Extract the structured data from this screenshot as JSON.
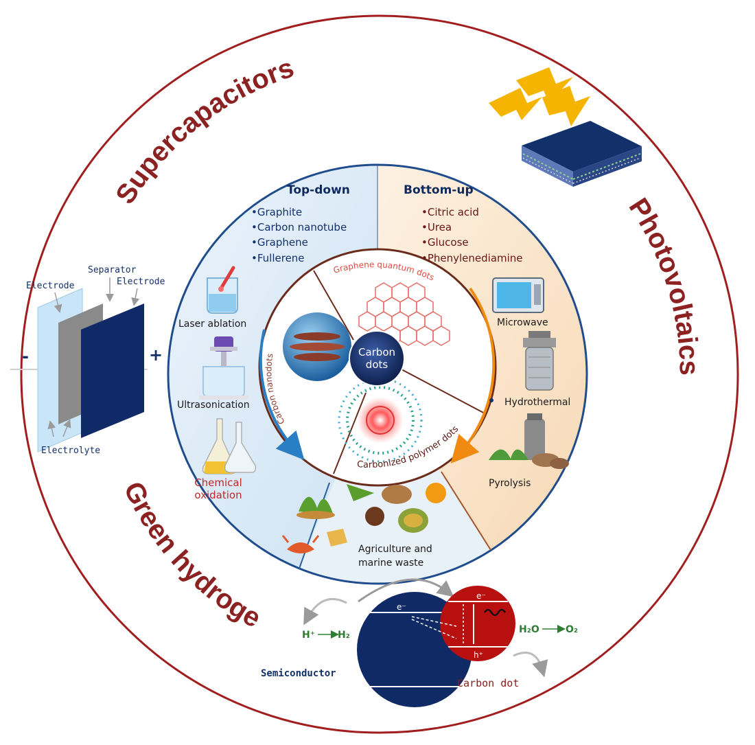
{
  "applications": {
    "supercapacitors": "Supercapacitors",
    "photovoltaics": "Photovoltaics",
    "green_hydrogen": "Green hydrogen"
  },
  "supercapacitor": {
    "electrode_left": "Electrode",
    "separator": "Separator",
    "electrode_right": "Electrode",
    "electrolyte": "Electrolyte",
    "minus_left": "-",
    "plus": "+",
    "minus_right": "-"
  },
  "synthesis": {
    "top_down": {
      "title": "Top-down",
      "items": [
        "•Graphite",
        "•Carbon nanotube",
        "•Graphene",
        "•Fullerene"
      ],
      "methods": [
        "Laser ablation",
        "Ultrasonication",
        "Chemical",
        "oxidation"
      ]
    },
    "bottom_up": {
      "title": "Bottom-up",
      "items": [
        "•Citric acid",
        "•Urea",
        "•Glucose",
        "•Phenylenediamine"
      ],
      "methods": [
        "Microwave",
        "Hydrothermal",
        "Pyrolysis"
      ]
    },
    "waste": [
      "Agriculture and",
      "marine waste"
    ],
    "inner": {
      "gqd": "Graphene quantum dots",
      "cpd": "Carbonized polymer dots",
      "cnd": "Carbon nanodots",
      "center_line1": "Carbon",
      "center_line2": "dots"
    }
  },
  "hydrogen": {
    "h_plus": "H⁺",
    "h2": "H₂",
    "h2o": "H₂O",
    "o2": "O₂",
    "e_semi": "e⁻",
    "e_cd": "e⁻",
    "h_cd": "h⁺",
    "semiconductor": "Semiconductor",
    "carbon_dot": "Carbon dot"
  },
  "colors": {
    "ring": "#a01e1e",
    "navy": "#12306a",
    "maroon": "#8b1c1c",
    "red_dot": "#b80f0f",
    "top_down_bg": "#dcebf8",
    "bottom_up_bg": "#fbe6cf"
  },
  "icons": [
    "lightning-icon",
    "solar-panel-icon",
    "beaker-laser-icon",
    "ultrasonicator-icon",
    "flask-icon",
    "microwave-icon",
    "autoclave-icon",
    "plant-icon",
    "crab-icon"
  ]
}
